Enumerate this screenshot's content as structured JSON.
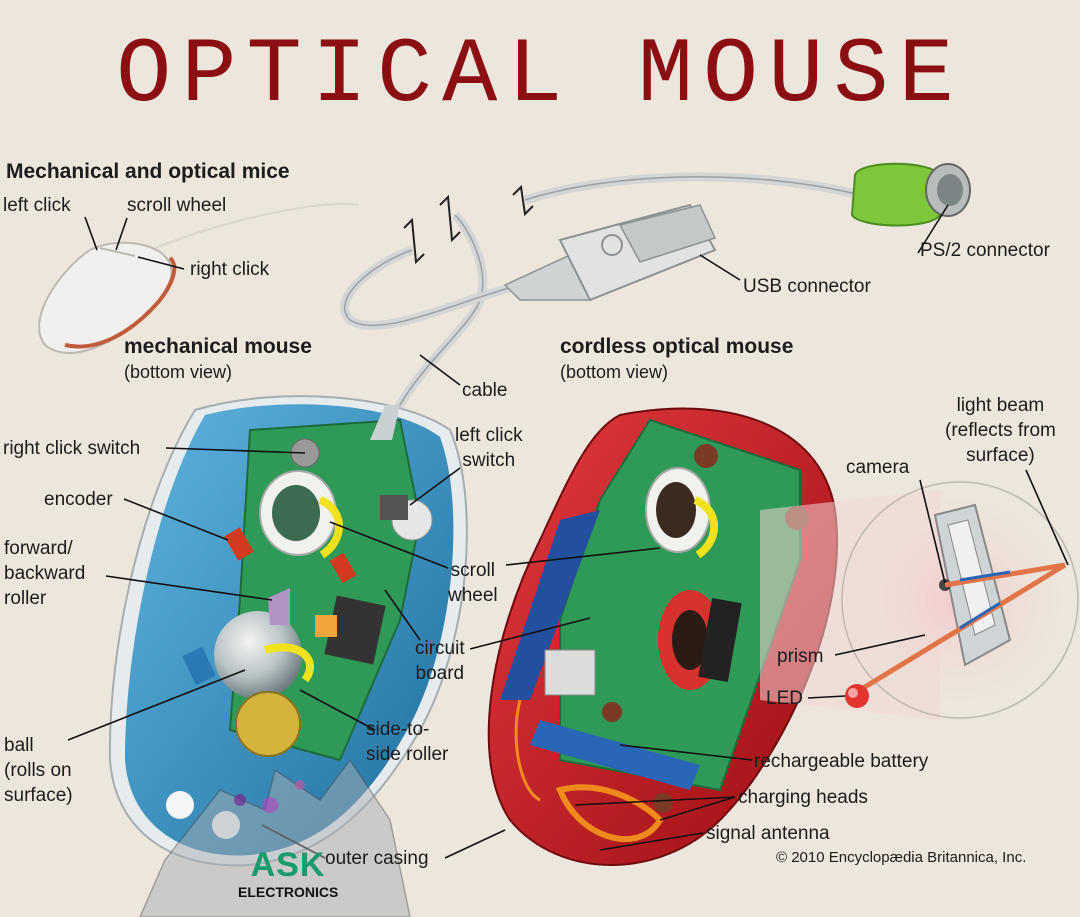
{
  "title": "OPTICAL MOUSE",
  "section_header": "Mechanical and optical mice",
  "top_mouse_labels": {
    "left_click": "left click",
    "scroll_wheel": "scroll wheel",
    "right_click": "right click"
  },
  "mechanical": {
    "title": "mechanical mouse",
    "subtitle": "(bottom view)",
    "labels": {
      "right_click_switch": "right click switch",
      "encoder": "encoder",
      "forward_backward_roller": "forward/\nbackward\nroller",
      "ball": "ball\n(rolls on\nsurface)",
      "left_click_switch": "left click\nswitch",
      "scroll_wheel": "scroll\nwheel",
      "circuit_board": "circuit\nboard",
      "side_to_side_roller": "side-to-\nside roller",
      "outer_casing": "outer casing",
      "cable": "cable"
    }
  },
  "optical": {
    "title": "cordless optical mouse",
    "subtitle": "(bottom view)",
    "labels": {
      "light_beam": "light beam\n(reflects from\nsurface)",
      "camera": "camera",
      "prism": "prism",
      "led": "LED",
      "rechargeable_battery": "rechargeable battery",
      "charging_heads": "charging heads",
      "signal_antenna": "signal antenna"
    }
  },
  "connectors": {
    "ps2": "PS/2 connector",
    "usb": "USB connector"
  },
  "copyright": "© 2010 Encyclopædia Britannica, Inc.",
  "watermark": {
    "line1": "ASK",
    "line2": "ELECTRONICS"
  },
  "colors": {
    "title": "#8b0f12",
    "background": "#ece6dc",
    "mechanical_casing": "#3d93c4",
    "optical_casing": "#c8161d",
    "circuit_board": "#2f9a57",
    "ps2_connector": "#7cc73a",
    "logo_green": "#1a9b6b"
  }
}
